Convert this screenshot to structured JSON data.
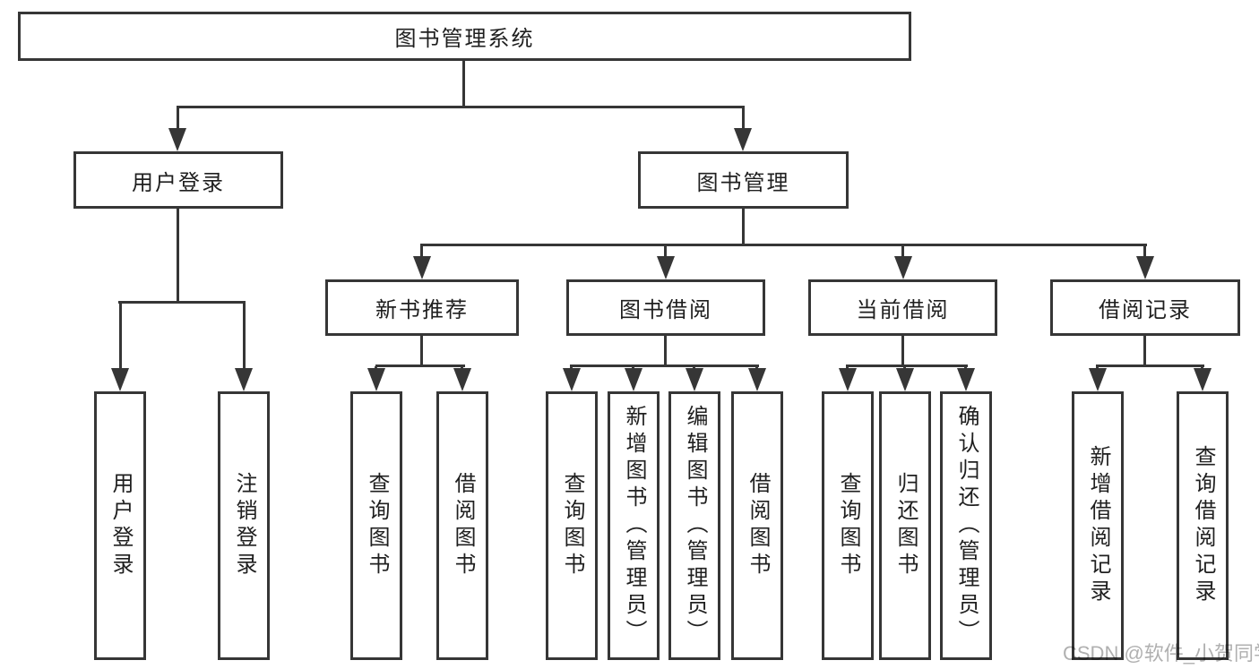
{
  "colors": {
    "line": "#363636",
    "text": "#1f1f1f",
    "bg": "#ffffff",
    "watermark": "#b0b0b0"
  },
  "watermark": "CSDN @软件_小贺同学",
  "nodes": {
    "root": {
      "label": "图书管理系统"
    },
    "userLogin": {
      "label": "用户登录"
    },
    "bookMgmt": {
      "label": "图书管理"
    },
    "newBookRec": {
      "label": "新书推荐"
    },
    "bookBorrow": {
      "label": "图书借阅"
    },
    "currentBorrow": {
      "label": "当前借阅"
    },
    "borrowRecords": {
      "label": "借阅记录"
    },
    "leafUserLogin": {
      "label": "用户登录"
    },
    "leafLogout": {
      "label": "注销登录"
    },
    "leafQueryBook1": {
      "label": "查询图书"
    },
    "leafBorrowBook1": {
      "label": "借阅图书"
    },
    "leafQueryBook2": {
      "label": "查询图书"
    },
    "leafAddBook": {
      "label": "新增图书（管理员）"
    },
    "leafEditBook": {
      "label": "编辑图书（管理员）"
    },
    "leafBorrowBook2": {
      "label": "借阅图书"
    },
    "leafQueryBook3": {
      "label": "查询图书"
    },
    "leafReturnBook": {
      "label": "归还图书"
    },
    "leafConfirmReturn": {
      "label": "确认归还（管理员）"
    },
    "leafAddRecord": {
      "label": "新增借阅记录"
    },
    "leafQueryRecord": {
      "label": "查询借阅记录"
    }
  },
  "hierarchy": {
    "图书管理系统": {
      "用户登录": [
        "用户登录",
        "注销登录"
      ],
      "图书管理": {
        "新书推荐": [
          "查询图书",
          "借阅图书"
        ],
        "图书借阅": [
          "查询图书",
          "新增图书（管理员）",
          "编辑图书（管理员）",
          "借阅图书"
        ],
        "当前借阅": [
          "查询图书",
          "归还图书",
          "确认归还（管理员）"
        ],
        "借阅记录": [
          "新增借阅记录",
          "查询借阅记录"
        ]
      }
    }
  }
}
